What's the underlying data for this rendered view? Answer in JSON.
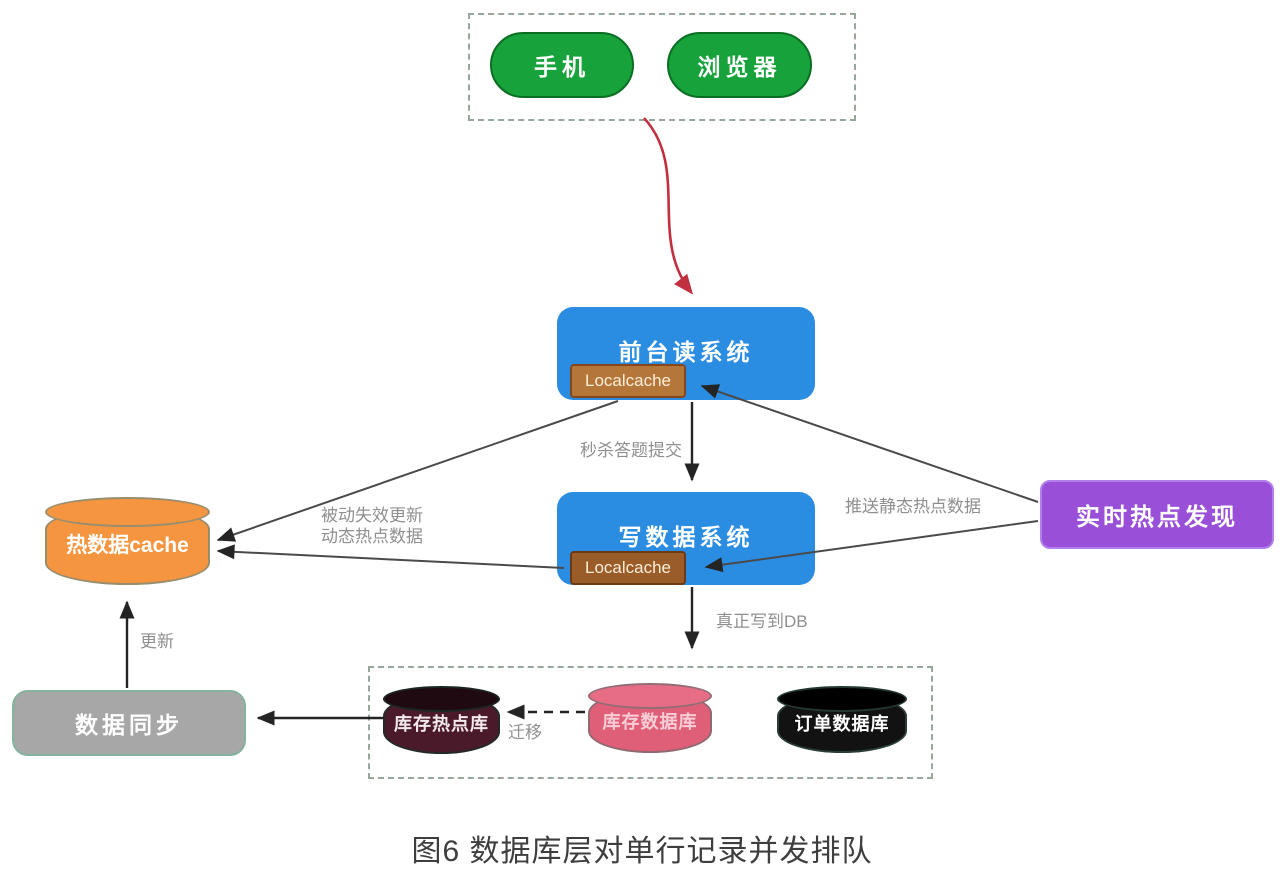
{
  "diagram": {
    "clients": {
      "phone": "手机",
      "browser": "浏览器"
    },
    "front_read_system": {
      "title": "前台读系统",
      "badge": "Localcache"
    },
    "write_system": {
      "title": "写数据系统",
      "badge": "Localcache"
    },
    "hot_data_cache": {
      "label": "热数据cache"
    },
    "realtime_hotspot": {
      "label": "实时热点发现"
    },
    "data_sync": {
      "label": "数据同步"
    },
    "databases": {
      "stock_hot": "库存热点库",
      "stock": "库存数据库",
      "order": "订单数据库"
    },
    "edge_labels": {
      "seckill_answer_submit": "秒杀答题提交",
      "passive_invalidate": "被动失效更新",
      "dynamic_hot_data": "动态热点数据",
      "push_static_hot_data": "推送静态热点数据",
      "real_write_to_db": "真正写到DB",
      "migrate": "迁移",
      "update": "更新"
    }
  },
  "caption": "图6 数据库层对单行记录并发排队",
  "colors": {
    "client_green": "#18a23b",
    "client_green_border": "#0b6e23",
    "system_blue": "#2b8de2",
    "localcache_front": "#b5763a",
    "localcache_write": "#9a5c28",
    "cache_orange": "#f5953f",
    "hotspot_purple": "#9a4fd8",
    "sync_gray": "#a7a7a7",
    "stock_hot_maroon": "#4b1a2a",
    "stock_pink": "#e05f78",
    "order_black": "#121212",
    "dashed_border": "#97a79b",
    "arrow_red": "#c13040",
    "arrow_dark": "#242424",
    "label_gray": "#8f8f8f"
  }
}
